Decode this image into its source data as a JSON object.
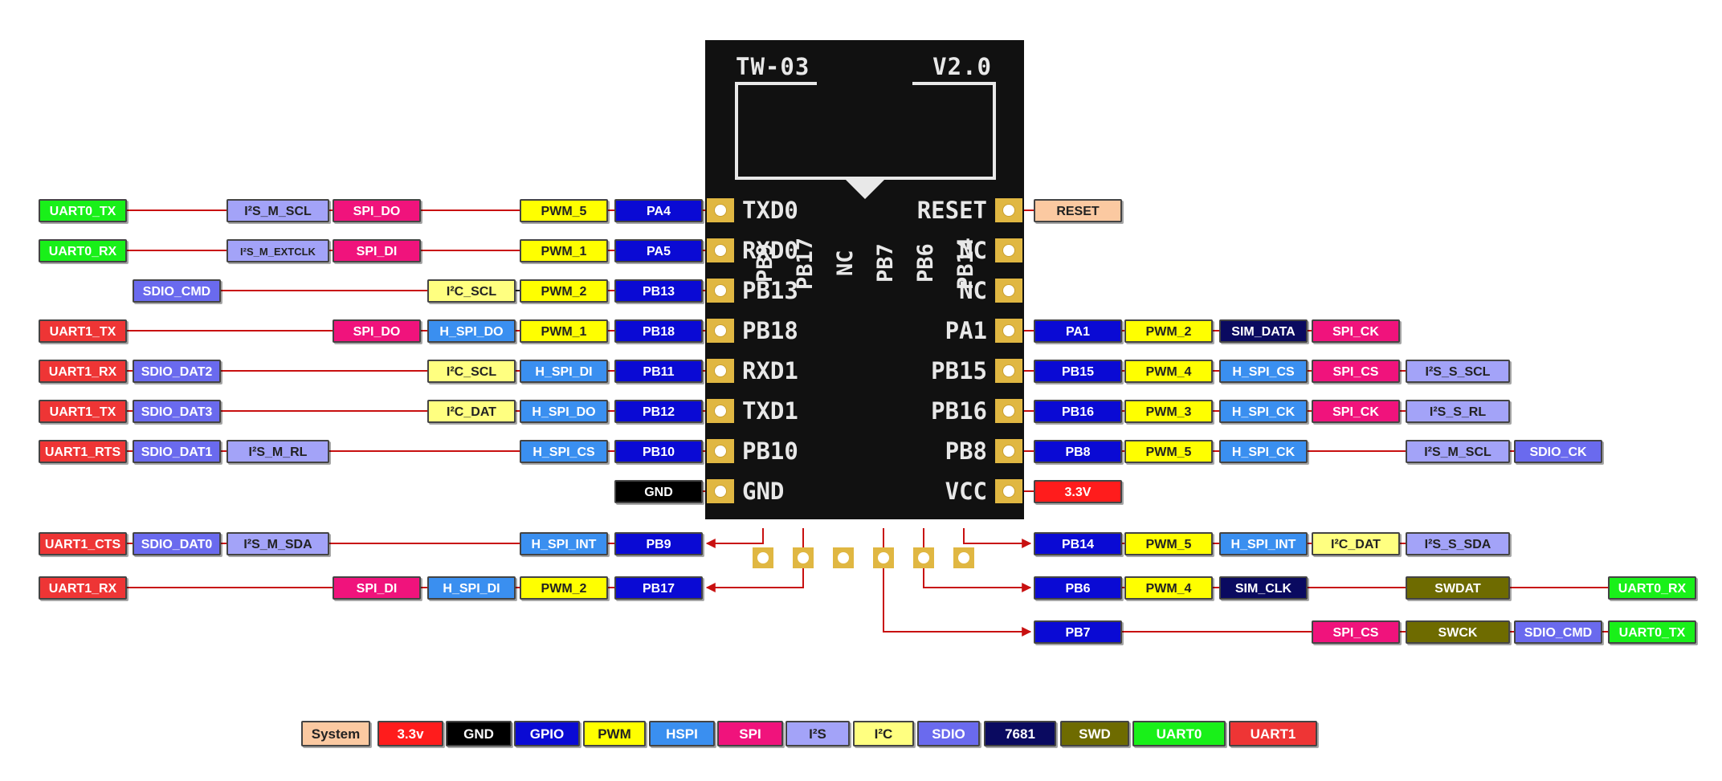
{
  "colors": {
    "System": {
      "bg": "#fbc9a1",
      "fg": "#222222"
    },
    "3.3v": {
      "bg": "#ff1c1c",
      "fg": "#ffffff"
    },
    "GND": {
      "bg": "#000000",
      "fg": "#ffffff"
    },
    "GPIO": {
      "bg": "#0a0ad4",
      "fg": "#ffffff"
    },
    "PWM": {
      "bg": "#ffff00",
      "fg": "#222222"
    },
    "HSPI": {
      "bg": "#3a8ff0",
      "fg": "#ffffff"
    },
    "SPI": {
      "bg": "#f0137c",
      "fg": "#ffffff"
    },
    "I2S": {
      "bg": "#a3a3f8",
      "fg": "#222222"
    },
    "I2C": {
      "bg": "#ffff80",
      "fg": "#222222"
    },
    "SDIO": {
      "bg": "#6a6aee",
      "fg": "#ffffff"
    },
    "7681": {
      "bg": "#0a0a60",
      "fg": "#ffffff"
    },
    "SWD": {
      "bg": "#6e6b00",
      "fg": "#ffffff"
    },
    "UART0": {
      "bg": "#19f019",
      "fg": "#ffffff"
    },
    "UART1": {
      "bg": "#ee3535",
      "fg": "#ffffff"
    }
  },
  "chip": {
    "model": "TW-03",
    "version": "V2.0",
    "top_pins": [
      "PB9",
      "PB17",
      "NC",
      "PB7",
      "PB6",
      "PB14"
    ],
    "left_pins": [
      "TXD0",
      "RXD0",
      "PB13",
      "PB18",
      "RXD1",
      "TXD1",
      "PB10",
      "GND"
    ],
    "right_pins": [
      "RESET",
      "NC",
      "NC",
      "PA1",
      "PB15",
      "PB16",
      "PB8",
      "VCC"
    ]
  },
  "rows": [
    {
      "id": "L1",
      "tags": [
        {
          "text": "UART0_TX",
          "cat": "UART0"
        },
        {
          "text": "I²S_M_SCL",
          "cat": "I2S"
        },
        {
          "text": "SPI_DO",
          "cat": "SPI"
        },
        {
          "text": "PWM_5",
          "cat": "PWM"
        },
        {
          "text": "PA4",
          "cat": "GPIO"
        }
      ]
    },
    {
      "id": "L2",
      "tags": [
        {
          "text": "UART0_RX",
          "cat": "UART0"
        },
        {
          "text": "I²S_M_EXTCLK",
          "cat": "I2S"
        },
        {
          "text": "SPI_DI",
          "cat": "SPI"
        },
        {
          "text": "PWM_1",
          "cat": "PWM"
        },
        {
          "text": "PA5",
          "cat": "GPIO"
        }
      ]
    },
    {
      "id": "L3",
      "tags": [
        {
          "text": "SDIO_CMD",
          "cat": "SDIO"
        },
        {
          "text": "I²C_SCL",
          "cat": "I2C"
        },
        {
          "text": "PWM_2",
          "cat": "PWM"
        },
        {
          "text": "PB13",
          "cat": "GPIO"
        }
      ]
    },
    {
      "id": "L4",
      "tags": [
        {
          "text": "UART1_TX",
          "cat": "UART1"
        },
        {
          "text": "SPI_DO",
          "cat": "SPI"
        },
        {
          "text": "H_SPI_DO",
          "cat": "HSPI"
        },
        {
          "text": "PWM_1",
          "cat": "PWM"
        },
        {
          "text": "PB18",
          "cat": "GPIO"
        }
      ]
    },
    {
      "id": "L5",
      "tags": [
        {
          "text": "UART1_RX",
          "cat": "UART1"
        },
        {
          "text": "SDIO_DAT2",
          "cat": "SDIO"
        },
        {
          "text": "I²C_SCL",
          "cat": "I2C"
        },
        {
          "text": "H_SPI_DI",
          "cat": "HSPI"
        },
        {
          "text": "PB11",
          "cat": "GPIO"
        }
      ]
    },
    {
      "id": "L6",
      "tags": [
        {
          "text": "UART1_TX",
          "cat": "UART1"
        },
        {
          "text": "SDIO_DAT3",
          "cat": "SDIO"
        },
        {
          "text": "I²C_DAT",
          "cat": "I2C"
        },
        {
          "text": "H_SPI_DO",
          "cat": "HSPI"
        },
        {
          "text": "PB12",
          "cat": "GPIO"
        }
      ]
    },
    {
      "id": "L7",
      "tags": [
        {
          "text": "UART1_RTS",
          "cat": "UART1"
        },
        {
          "text": "SDIO_DAT1",
          "cat": "SDIO"
        },
        {
          "text": "I²S_M_RL",
          "cat": "I2S"
        },
        {
          "text": "H_SPI_CS",
          "cat": "HSPI"
        },
        {
          "text": "PB10",
          "cat": "GPIO"
        }
      ]
    },
    {
      "id": "L8",
      "tags": [
        {
          "text": "GND",
          "cat": "GND"
        }
      ]
    },
    {
      "id": "L9",
      "tags": [
        {
          "text": "UART1_CTS",
          "cat": "UART1"
        },
        {
          "text": "SDIO_DAT0",
          "cat": "SDIO"
        },
        {
          "text": "I²S_M_SDA",
          "cat": "I2S"
        },
        {
          "text": "H_SPI_INT",
          "cat": "HSPI"
        },
        {
          "text": "PB9",
          "cat": "GPIO"
        }
      ]
    },
    {
      "id": "L10",
      "tags": [
        {
          "text": "UART1_RX",
          "cat": "UART1"
        },
        {
          "text": "SPI_DI",
          "cat": "SPI"
        },
        {
          "text": "H_SPI_DI",
          "cat": "HSPI"
        },
        {
          "text": "PWM_2",
          "cat": "PWM"
        },
        {
          "text": "PB17",
          "cat": "GPIO"
        }
      ]
    },
    {
      "id": "R1",
      "tags": [
        {
          "text": "RESET",
          "cat": "System"
        }
      ]
    },
    {
      "id": "R4",
      "tags": [
        {
          "text": "PA1",
          "cat": "GPIO"
        },
        {
          "text": "PWM_2",
          "cat": "PWM"
        },
        {
          "text": "SIM_DATA",
          "cat": "7681"
        },
        {
          "text": "SPI_CK",
          "cat": "SPI"
        }
      ]
    },
    {
      "id": "R5",
      "tags": [
        {
          "text": "PB15",
          "cat": "GPIO"
        },
        {
          "text": "PWM_4",
          "cat": "PWM"
        },
        {
          "text": "H_SPI_CS",
          "cat": "HSPI"
        },
        {
          "text": "SPI_CS",
          "cat": "SPI"
        },
        {
          "text": "I²S_S_SCL",
          "cat": "I2S"
        }
      ]
    },
    {
      "id": "R6",
      "tags": [
        {
          "text": "PB16",
          "cat": "GPIO"
        },
        {
          "text": "PWM_3",
          "cat": "PWM"
        },
        {
          "text": "H_SPI_CK",
          "cat": "HSPI"
        },
        {
          "text": "SPI_CK",
          "cat": "SPI"
        },
        {
          "text": "I²S_S_RL",
          "cat": "I2S"
        }
      ]
    },
    {
      "id": "R7",
      "tags": [
        {
          "text": "PB8",
          "cat": "GPIO"
        },
        {
          "text": "PWM_5",
          "cat": "PWM"
        },
        {
          "text": "H_SPI_CK",
          "cat": "HSPI"
        },
        {
          "text": "I²S_M_SCL",
          "cat": "I2S"
        },
        {
          "text": "SDIO_CK",
          "cat": "SDIO"
        }
      ]
    },
    {
      "id": "R8",
      "tags": [
        {
          "text": "3.3V",
          "cat": "3.3v"
        }
      ]
    },
    {
      "id": "R9",
      "tags": [
        {
          "text": "PB14",
          "cat": "GPIO"
        },
        {
          "text": "PWM_5",
          "cat": "PWM"
        },
        {
          "text": "H_SPI_INT",
          "cat": "HSPI"
        },
        {
          "text": "I²C_DAT",
          "cat": "I2C"
        },
        {
          "text": "I²S_S_SDA",
          "cat": "I2S"
        }
      ]
    },
    {
      "id": "R10",
      "tags": [
        {
          "text": "PB6",
          "cat": "GPIO"
        },
        {
          "text": "PWM_4",
          "cat": "PWM"
        },
        {
          "text": "SIM_CLK",
          "cat": "7681"
        },
        {
          "text": "SWDAT",
          "cat": "SWD"
        },
        {
          "text": "UART0_RX",
          "cat": "UART0"
        }
      ]
    },
    {
      "id": "R11",
      "tags": [
        {
          "text": "PB7",
          "cat": "GPIO"
        },
        {
          "text": "SPI_CS",
          "cat": "SPI"
        },
        {
          "text": "SWCK",
          "cat": "SWD"
        },
        {
          "text": "SDIO_CMD",
          "cat": "SDIO"
        },
        {
          "text": "UART0_TX",
          "cat": "UART0"
        }
      ]
    }
  ],
  "legend": [
    {
      "text": "System",
      "cat": "System"
    },
    {
      "text": "3.3v",
      "cat": "3.3v"
    },
    {
      "text": "GND",
      "cat": "GND"
    },
    {
      "text": "GPIO",
      "cat": "GPIO"
    },
    {
      "text": "PWM",
      "cat": "PWM"
    },
    {
      "text": "HSPI",
      "cat": "HSPI"
    },
    {
      "text": "SPI",
      "cat": "SPI"
    },
    {
      "text": "I²S",
      "cat": "I2S"
    },
    {
      "text": "I²C",
      "cat": "I2C"
    },
    {
      "text": "SDIO",
      "cat": "SDIO"
    },
    {
      "text": "7681",
      "cat": "7681"
    },
    {
      "text": "SWD",
      "cat": "SWD"
    },
    {
      "text": "UART0",
      "cat": "UART0"
    },
    {
      "text": "UART1",
      "cat": "UART1"
    }
  ]
}
